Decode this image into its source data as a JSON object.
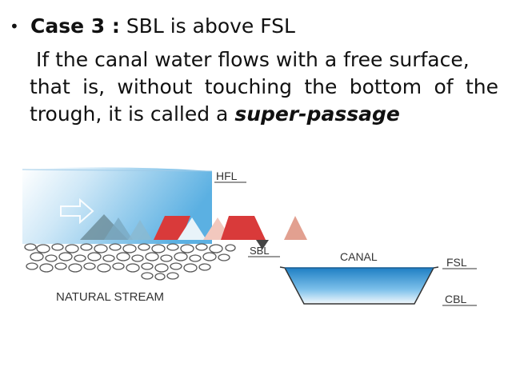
{
  "slide": {
    "bullet": "•",
    "case_label": "Case 3 :",
    "case_text": "SBL is above FSL",
    "para_line1": "If the canal water flows with a free surface,",
    "para_line2": "that is, without touching the bottom of the",
    "para_line3_prefix": "trough, it is called a ",
    "para_term": "super-passage"
  },
  "diagram": {
    "labels": {
      "hfl": "HFL",
      "sbl": "SBL",
      "canal": "CANAL",
      "fsl": "FSL",
      "cbl": "CBL",
      "natural_stream": "NATURAL STREAM"
    },
    "colors": {
      "water_light": "#e6f3fb",
      "water_dark": "#3f9fd8",
      "canal_water": "#2f8ccc",
      "red": "#d93a3a",
      "salmon": "#e2a090",
      "dark": "#444444"
    }
  }
}
